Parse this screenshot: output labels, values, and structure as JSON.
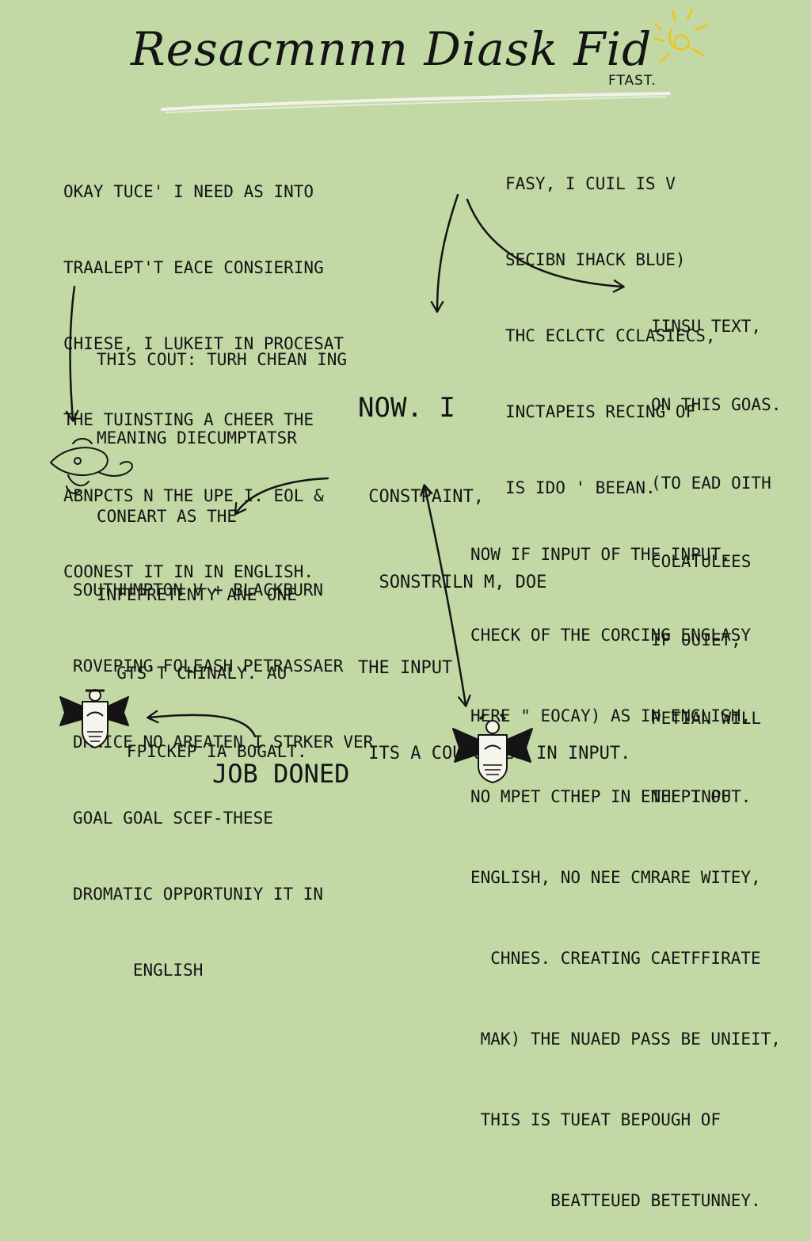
{
  "title": "Resacmnnn Diask Fid",
  "subtitle": "FTAST.",
  "notes": {
    "top_left": [
      "OKAY TUCE' I NEED AS INTO",
      "TRAALEPT'T EACE CONSIERING",
      "CHIESE, I LUKEIT IN PROCESAT",
      "THE TUINSTING A CHEER THE",
      "ABNPCTS N THE UPE I. EOL &",
      "COONEST IT IN IN ENGLISH."
    ],
    "top_right": [
      "FASY, I CUIL IS V",
      "SECIBN IHACK BLUE)",
      "THC ECLCTC CCLASIECS,",
      "INCTAPEIS RECING OF",
      "IS IDO ' BEEAN."
    ],
    "middle_left": [
      "THIS COUT: TURH CHEAN ING",
      "MEANING DIECUMPTATSR",
      "CONEART AS THE",
      "INFEPRETENTY ANE ONE",
      "  GTS'T CHINALY. AU",
      "   FPICKEP IA BOGALT."
    ],
    "center": [
      "NOW. I",
      " CONSTPAINT,",
      "  SONSTRILN M, DOE",
      "THE INPUT",
      " ITS A COUPUEISE IN INPUT."
    ],
    "right": [
      "IINSU TEXT,",
      "ON THIS GOAS.",
      "(TO EAD OITH",
      "COLATULEES",
      "IF OUIET,",
      "PETIAN WILL",
      "THE INPUT."
    ],
    "bottom_left": [
      "SOUTHHMPTON V + BLACKBURN",
      "ROVEPING FOLEASH PETRASSAER",
      "DRNICE NO AREATEN I STRKER VER",
      "GOAL GOAL SCEF-THESE",
      "DROMATIC OPPORTUNIY IT IN",
      "      ENGLISH"
    ],
    "bottom_right": [
      "NOW IF INPUT OF THE INPUT.",
      "CHECK OF THE CORCING ENGLASY",
      "HERE \" EOCAY) AS IN ENGLISH,",
      "NO MPET CTHEP IN ENEEPT OF",
      "ENGLISH, NO NEE CMRARE WITEY,",
      "  CHNES. CREATING CAETFFIRATE",
      " MAK) THE NUAED PASS BE UNIEIT,",
      " THIS IS TUEAT BEPOUGH OF",
      "        BEATTEUED BETETUNNEY."
    ]
  },
  "job_done": "JOB DONED",
  "colors": {
    "background": "#c2d9a6",
    "ink": "#141414",
    "underline": "#f2f2ec",
    "sun": "#f0c419"
  },
  "icons": [
    "sun-doodle-icon",
    "hat-doodle-icon",
    "winged-crest-icon",
    "winged-crest-icon"
  ]
}
